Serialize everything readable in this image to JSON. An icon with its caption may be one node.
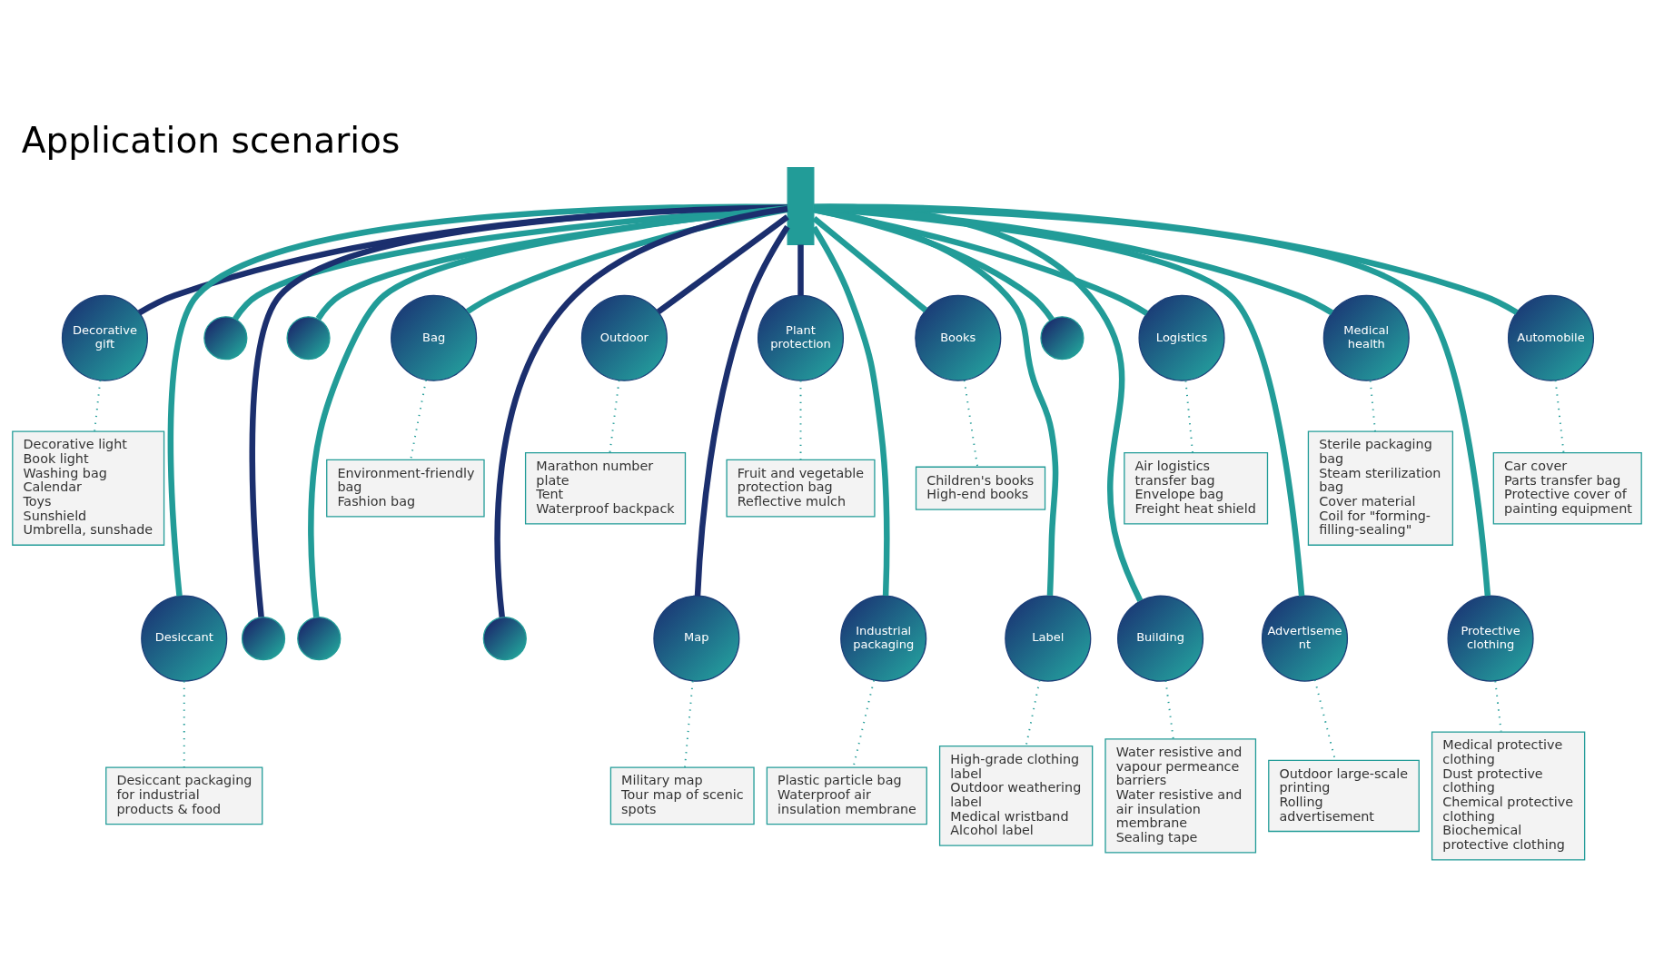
{
  "diagram": {
    "title": "Application scenarios",
    "nodes": [
      {
        "text": [],
        "shape": "bar"
      },
      {
        "text": [
          "Decorative gift"
        ]
      },
      {
        "text": [
          "Desiccant"
        ]
      },
      {
        "text": [],
        "shape": "circle"
      },
      {
        "text": [],
        "shape": "circle"
      },
      {
        "text": [],
        "shape": "circle"
      },
      {
        "text": [],
        "shape": "circle"
      },
      {
        "text": [
          "Bag"
        ]
      },
      {
        "text": [],
        "shape": "circle"
      },
      {
        "text": [
          "Outdoor"
        ]
      },
      {
        "text": [
          "Map"
        ]
      },
      {
        "text": [
          "Plant protection"
        ]
      },
      {
        "text": [
          "Industrial packaging"
        ]
      },
      {
        "text": [
          "Books"
        ]
      },
      {
        "text": [
          "Label"
        ]
      },
      {
        "text": [],
        "shape": "circle"
      },
      {
        "text": [
          "Building"
        ]
      },
      {
        "text": [
          "Logistics"
        ]
      },
      {
        "text": [
          "Advertisement"
        ]
      },
      {
        "text": [
          "Medical health"
        ]
      },
      {
        "text": [
          "Protective clothing"
        ]
      },
      {
        "text": [
          "Automobile"
        ]
      },
      {
        "text": [
          "Decorative light",
          "Book light",
          "Washing bag",
          "Calendar",
          "Toys",
          "Sunshield",
          "Umbrella, sunshade"
        ]
      },
      {
        "text": [
          "Desiccant packaging for industrial products & food"
        ]
      },
      {
        "text": [
          "Environment-friendly bag",
          "Fashion bag"
        ]
      },
      {
        "text": [
          "Military map",
          "Tour map of scenic spots"
        ]
      },
      {
        "text": [
          "Marathon number plate",
          "Tent",
          "Waterproof backpack"
        ]
      },
      {
        "text": [
          "Plastic particle bag",
          "Waterproof air insulation membrane"
        ]
      },
      {
        "text": [
          "Fruit and vegetable protection bag",
          "Reflective mulch"
        ]
      },
      {
        "text": [
          "Children's books",
          "High-end books"
        ]
      },
      {
        "text": [
          "High-grade clothing label",
          "Outdoor weathering label",
          "Medical wristband",
          "Alcohol label"
        ]
      },
      {
        "text": [
          "Water resistive and vapour permeance barriers",
          "Water resistive and air insulation membrane",
          "Sealing tape"
        ]
      },
      {
        "text": [
          "Air logistics transfer bag",
          "Envelope bag",
          "Freight heat shield"
        ]
      },
      {
        "text": [
          "Outdoor large-scale printing",
          "Rolling advertisement"
        ]
      },
      {
        "text": [
          "Sterile packaging bag",
          "Steam sterilization bag",
          "Cover material",
          "Coil for \"forming-filling-sealing\""
        ]
      },
      {
        "text": [
          "Medical protective clothing",
          "Dust protective clothing",
          "Chemical protective clothing",
          "Biochemical protective clothing"
        ]
      },
      {
        "text": [
          "Car cover",
          "Parts transfer bag",
          "Protective cover of painting equipment"
        ]
      }
    ],
    "edges": [
      {
        "from": 0,
        "to": 1,
        "arrow": "none",
        "color": "#1b2f6e"
      },
      {
        "from": 0,
        "to": 2,
        "arrow": "none"
      },
      {
        "from": 0,
        "to": 3,
        "arrow": "none"
      },
      {
        "from": 0,
        "to": 4,
        "arrow": "none",
        "color": "#1b2f6e"
      },
      {
        "from": 0,
        "to": 5,
        "arrow": "none"
      },
      {
        "from": 0,
        "to": 6,
        "arrow": "none"
      },
      {
        "from": 0,
        "to": 7,
        "arrow": "none"
      },
      {
        "from": 0,
        "to": 8,
        "arrow": "none",
        "color": "#1b2f6e"
      },
      {
        "from": 0,
        "to": 9,
        "arrow": "none",
        "color": "#1b2f6e"
      },
      {
        "from": 0,
        "to": 10,
        "arrow": "none",
        "color": "#1b2f6e"
      },
      {
        "from": 0,
        "to": 11,
        "arrow": "none",
        "color": "#1b2f6e"
      },
      {
        "from": 0,
        "to": 12,
        "arrow": "none"
      },
      {
        "from": 0,
        "to": 13,
        "arrow": "none"
      },
      {
        "from": 0,
        "to": 14,
        "arrow": "none"
      },
      {
        "from": 0,
        "to": 15,
        "arrow": "none"
      },
      {
        "from": 0,
        "to": 16,
        "arrow": "none"
      },
      {
        "from": 0,
        "to": 17,
        "arrow": "none"
      },
      {
        "from": 0,
        "to": 18,
        "arrow": "none"
      },
      {
        "from": 0,
        "to": 19,
        "arrow": "none"
      },
      {
        "from": 0,
        "to": 20,
        "arrow": "none"
      },
      {
        "from": 0,
        "to": 21,
        "arrow": "none"
      },
      {
        "from": 1,
        "to": 22,
        "arrow": "none",
        "style": "dashed"
      },
      {
        "from": 2,
        "to": 23,
        "arrow": "none",
        "style": "dashed"
      },
      {
        "from": 7,
        "to": 24,
        "arrow": "none",
        "style": "dashed"
      },
      {
        "from": 10,
        "to": 25,
        "arrow": "none",
        "style": "dashed"
      },
      {
        "from": 9,
        "to": 26,
        "arrow": "none",
        "style": "dashed"
      },
      {
        "from": 12,
        "to": 27,
        "arrow": "none",
        "style": "dashed"
      },
      {
        "from": 11,
        "to": 28,
        "arrow": "none",
        "style": "dashed"
      },
      {
        "from": 13,
        "to": 29,
        "arrow": "none",
        "style": "dashed"
      },
      {
        "from": 14,
        "to": 30,
        "arrow": "none",
        "style": "dashed"
      },
      {
        "from": 16,
        "to": 31,
        "arrow": "none",
        "style": "dashed"
      },
      {
        "from": 17,
        "to": 32,
        "arrow": "none",
        "style": "dashed"
      },
      {
        "from": 18,
        "to": 33,
        "arrow": "none",
        "style": "dashed"
      },
      {
        "from": 19,
        "to": 34,
        "arrow": "none",
        "style": "dashed"
      },
      {
        "from": 20,
        "to": 35,
        "arrow": "none",
        "style": "dashed"
      },
      {
        "from": 21,
        "to": 36,
        "arrow": "none",
        "style": "dashed"
      }
    ]
  }
}
